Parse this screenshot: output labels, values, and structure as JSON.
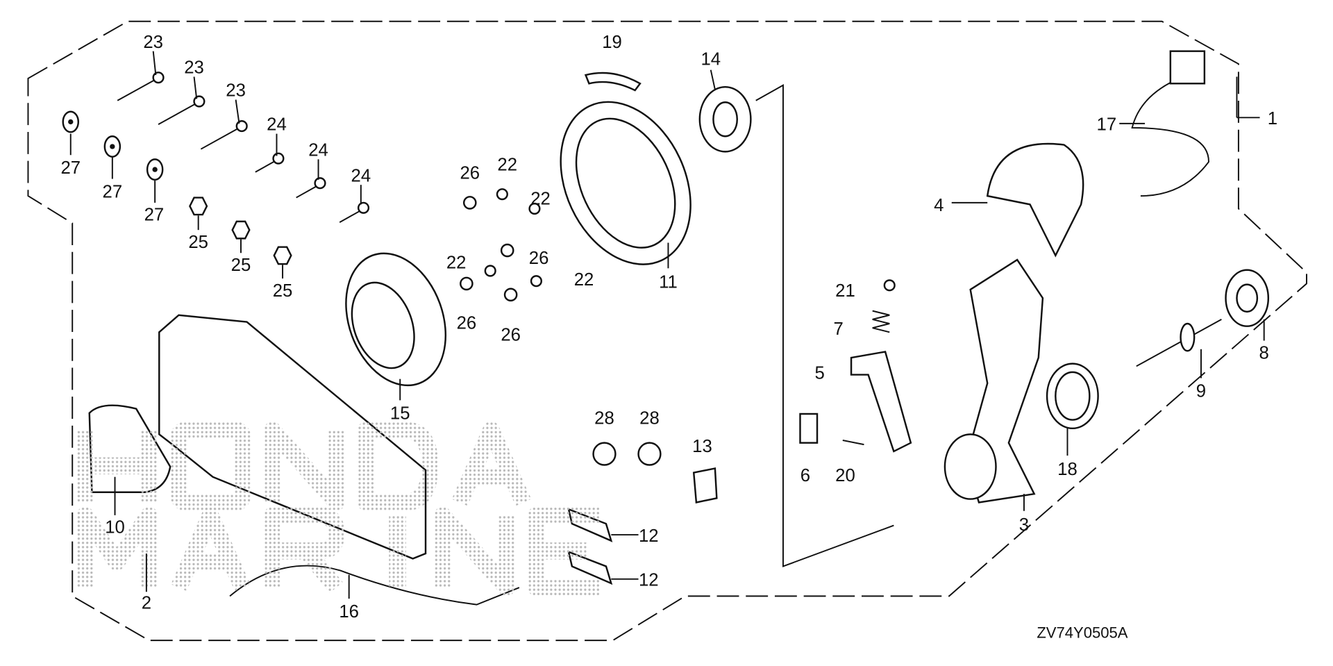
{
  "diagram": {
    "code": "ZV74Y0505A",
    "watermark": [
      "HONDA",
      "MARINE"
    ],
    "callouts": [
      {
        "id": "c23a",
        "text": "23"
      },
      {
        "id": "c23b",
        "text": "23"
      },
      {
        "id": "c23c",
        "text": "23"
      },
      {
        "id": "c24a",
        "text": "24"
      },
      {
        "id": "c24b",
        "text": "24"
      },
      {
        "id": "c24c",
        "text": "24"
      },
      {
        "id": "c27a",
        "text": "27"
      },
      {
        "id": "c27b",
        "text": "27"
      },
      {
        "id": "c27c",
        "text": "27"
      },
      {
        "id": "c25a",
        "text": "25"
      },
      {
        "id": "c25b",
        "text": "25"
      },
      {
        "id": "c25c",
        "text": "25"
      },
      {
        "id": "c26a",
        "text": "26"
      },
      {
        "id": "c26b",
        "text": "26"
      },
      {
        "id": "c26c",
        "text": "26"
      },
      {
        "id": "c26d",
        "text": "26"
      },
      {
        "id": "c22a",
        "text": "22"
      },
      {
        "id": "c22b",
        "text": "22"
      },
      {
        "id": "c22c",
        "text": "22"
      },
      {
        "id": "c22d",
        "text": "22"
      },
      {
        "id": "c19",
        "text": "19"
      },
      {
        "id": "c14",
        "text": "14"
      },
      {
        "id": "c11",
        "text": "11"
      },
      {
        "id": "c15",
        "text": "15"
      },
      {
        "id": "c28a",
        "text": "28"
      },
      {
        "id": "c28b",
        "text": "28"
      },
      {
        "id": "c13",
        "text": "13"
      },
      {
        "id": "c12a",
        "text": "12"
      },
      {
        "id": "c12b",
        "text": "12"
      },
      {
        "id": "c10",
        "text": "10"
      },
      {
        "id": "c2",
        "text": "2"
      },
      {
        "id": "c16",
        "text": "16"
      },
      {
        "id": "c17",
        "text": "17"
      },
      {
        "id": "c1",
        "text": "1"
      },
      {
        "id": "c4",
        "text": "4"
      },
      {
        "id": "c21",
        "text": "21"
      },
      {
        "id": "c7",
        "text": "7"
      },
      {
        "id": "c5",
        "text": "5"
      },
      {
        "id": "c6",
        "text": "6"
      },
      {
        "id": "c20",
        "text": "20"
      },
      {
        "id": "c3",
        "text": "3"
      },
      {
        "id": "c18",
        "text": "18"
      },
      {
        "id": "c9",
        "text": "9"
      },
      {
        "id": "c8",
        "text": "8"
      }
    ]
  }
}
